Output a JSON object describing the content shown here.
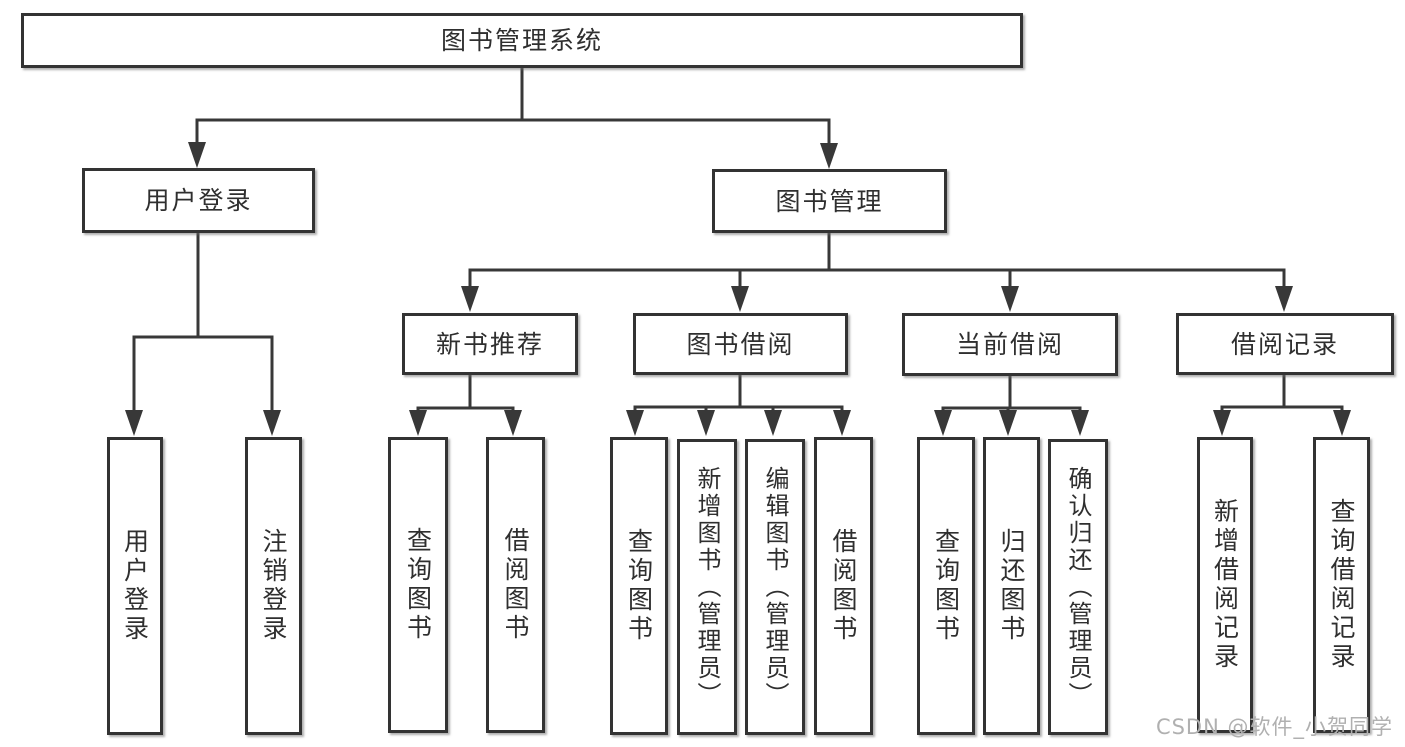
{
  "nodes": {
    "root": "图书管理系统",
    "user_login": "用户登录",
    "book_mgmt": "图书管理",
    "new_book_rec": "新书推荐",
    "book_borrow": "图书借阅",
    "current_borrow": "当前借阅",
    "borrow_records": "借阅记录",
    "login_leaf": "用户登录",
    "logout_leaf": "注销登录",
    "nbr_query_books": "查询图书",
    "nbr_borrow_books": "借阅图书",
    "bb_query_books": "查询图书",
    "bb_add_books": "新增图书（管理员）",
    "bb_edit_books": "编辑图书（管理员）",
    "bb_borrow_books": "借阅图书",
    "cb_query_books": "查询图书",
    "cb_return_books": "归还图书",
    "cb_confirm_return": "确认归还（管理员）",
    "br_add_record": "新增借阅记录",
    "br_query_record": "查询借阅记录"
  },
  "hierarchy": {
    "图书管理系统": {
      "用户登录": [
        "用户登录",
        "注销登录"
      ],
      "图书管理": {
        "新书推荐": [
          "查询图书",
          "借阅图书"
        ],
        "图书借阅": [
          "查询图书",
          "新增图书（管理员）",
          "编辑图书（管理员）",
          "借阅图书"
        ],
        "当前借阅": [
          "查询图书",
          "归还图书",
          "确认归还（管理员）"
        ],
        "借阅记录": [
          "新增借阅记录",
          "查询借阅记录"
        ]
      }
    }
  },
  "watermark": "CSDN @软件_小贺同学",
  "colors": {
    "line": "#383838",
    "box_border": "#333333",
    "box_fill": "#ffffff",
    "text": "#2f2f2f",
    "watermark": "#b0b0b0",
    "background": "#ffffff"
  }
}
